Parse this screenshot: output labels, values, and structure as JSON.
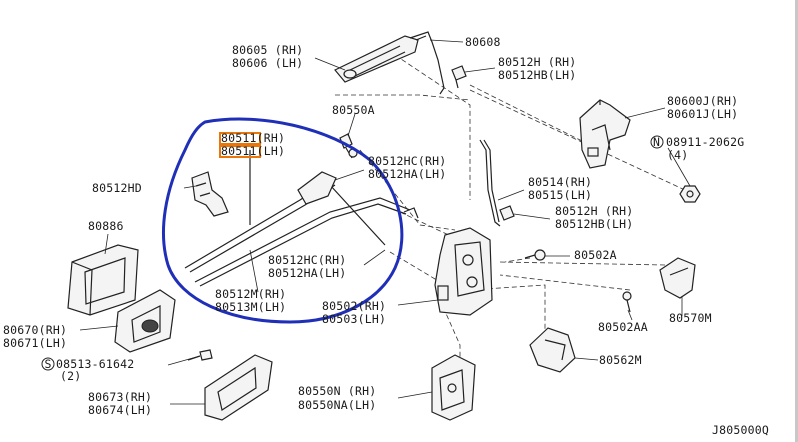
{
  "labels": {
    "p80605": "80605 (RH)",
    "p80606": "80606 (LH)",
    "p80608": "80608",
    "p80512H_a": "80512H (RH)",
    "p80512HB_a": "80512HB(LH)",
    "p80550A": "80550A",
    "p80600J": "80600J(RH)",
    "p80601J": "80601J(LH)",
    "p80511_rh": "80511(RH)",
    "p80511_lh": "80511(LH)",
    "p08911": "08911-2062G",
    "p08911_qty": "(4)",
    "p80512HC_a": "80512HC(RH)",
    "p80512HA_a": "80512HA(LH)",
    "p80512HD": "80512HD",
    "p80514": "80514(RH)",
    "p80515": "80515(LH)",
    "p80512H_b": "80512H (RH)",
    "p80512HB_b": "80512HB(LH)",
    "p80886": "80886",
    "p80512HC_b": "80512HC(RH)",
    "p80512HA_b": "80512HA(LH)",
    "p80502A": "80502A",
    "p80512M": "80512M(RH)",
    "p80513M": "80513M(LH)",
    "p80502": "80502(RH)",
    "p80503": "80503(LH)",
    "p80670": "80670(RH)",
    "p80671": "80671(LH)",
    "p80502AA": "80502AA",
    "p80570M": "80570M",
    "p08513": "08513-61642",
    "p08513_qty": "(2)",
    "p80562M": "80562M",
    "p80550N": "80550N (RH)",
    "p80550NA": "80550NA(LH)",
    "p80673": "80673(RH)",
    "p80674": "80674(LH)",
    "diagram_code": "J805000Q",
    "circle_n": "N",
    "circle_s": "S"
  },
  "colors": {
    "annotation_circle": "#1f2fb8",
    "highlight_box": "#e8760a",
    "line": "#222222"
  }
}
